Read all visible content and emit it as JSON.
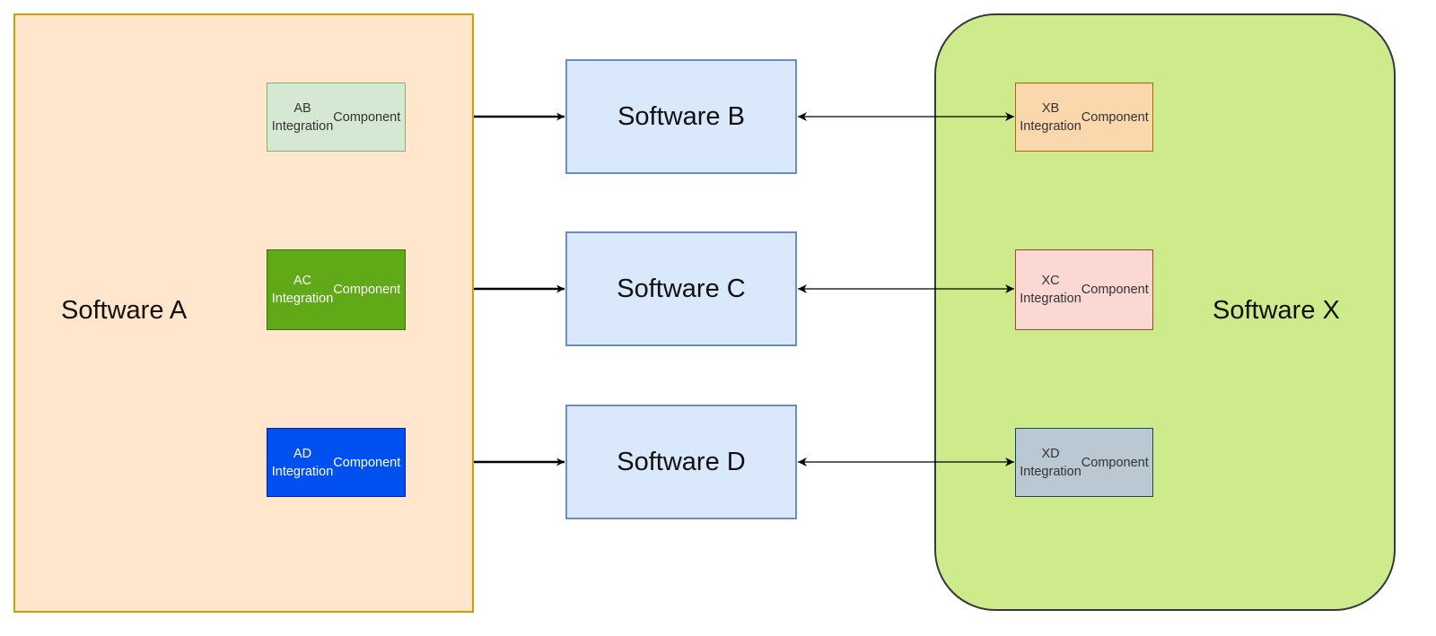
{
  "containers": {
    "software_a": {
      "label": "Software A",
      "fill": "#ffe6cc",
      "stroke": "#d79b00"
    },
    "software_x": {
      "label": "Software X",
      "fill": "#cdeb8b",
      "stroke": "#36393d"
    }
  },
  "software": [
    {
      "id": "b",
      "label": "Software B"
    },
    {
      "id": "c",
      "label": "Software C"
    },
    {
      "id": "d",
      "label": "Software D"
    }
  ],
  "components_a": [
    {
      "id": "ab",
      "line1": "AB Integration",
      "line2": "Component",
      "fill": "#d5e8d4",
      "stroke": "#82b366",
      "text": "#333333"
    },
    {
      "id": "ac",
      "line1": "AC Integration",
      "line2": "Component",
      "fill": "#60a917",
      "stroke": "#2d7600",
      "text": "#ffffff"
    },
    {
      "id": "ad",
      "line1": "AD Integration",
      "line2": "Component",
      "fill": "#0050ef",
      "stroke": "#001dbc",
      "text": "#ffffff"
    }
  ],
  "components_x": [
    {
      "id": "xb",
      "line1": "XB Integration",
      "line2": "Component",
      "fill": "#fad7ac",
      "stroke": "#b46504",
      "text": "#333333"
    },
    {
      "id": "xc",
      "line1": "XC Integration",
      "line2": "Component",
      "fill": "#fad9d5",
      "stroke": "#ae4132",
      "text": "#333333"
    },
    {
      "id": "xd",
      "line1": "XD Integration",
      "line2": "Component",
      "fill": "#bac8d3",
      "stroke": "#23445d",
      "text": "#333333"
    }
  ],
  "edges": [
    {
      "from": "software_a",
      "to": "software_b",
      "direction": "one-way"
    },
    {
      "from": "software_a",
      "to": "software_c",
      "direction": "one-way"
    },
    {
      "from": "software_a",
      "to": "software_d",
      "direction": "one-way"
    },
    {
      "from": "software_b",
      "to": "xb",
      "direction": "two-way"
    },
    {
      "from": "software_c",
      "to": "xc",
      "direction": "two-way"
    },
    {
      "from": "software_d",
      "to": "xd",
      "direction": "two-way"
    }
  ]
}
